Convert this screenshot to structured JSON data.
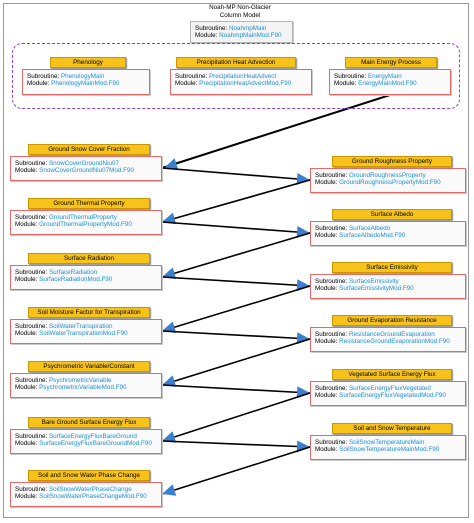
{
  "root": {
    "title_line1": "Noah-MP Non-Glacier",
    "title_line2": "Column Model",
    "subroutine_label": "Subroutine:",
    "subroutine": "NoahmpMain",
    "module_label": "Module:",
    "module": "NoahmpMainMod.F90"
  },
  "top_group": [
    {
      "title": "Phenology",
      "subroutine_label": "Subroutine:",
      "subroutine": "PhenologyMain",
      "module_label": "Module:",
      "module": "PhenologyMainMod.F90"
    },
    {
      "title": "Precipitation Heat Advection",
      "subroutine_label": "Subroutine:",
      "subroutine": "PrecipitationHeatAdvect",
      "module_label": "Module:",
      "module": "PrecipitationHeatAdvectMod.F90"
    },
    {
      "title": "Main Energy Process",
      "subroutine_label": "Subroutine:",
      "subroutine": "EnergyMain",
      "module_label": "Module:",
      "module": "EnergyMainMod.F90"
    }
  ],
  "left_column": [
    {
      "title": "Ground Snow Cover Fraction",
      "subroutine_label": "Subroutine:",
      "subroutine": "SnowCoverGroundNiu07",
      "module_label": "Module:",
      "module": "SnowCoverGroundNiu07Mod.F90"
    },
    {
      "title": "Ground Thermal Property",
      "subroutine_label": "Subroutine:",
      "subroutine": "GroundThermalProperty",
      "module_label": "Module:",
      "module": "GroundThermalPropertyMod.F90"
    },
    {
      "title": "Surface Radiation",
      "subroutine_label": "Subroutine:",
      "subroutine": "SurfaceRadiation",
      "module_label": "Module:",
      "module": "SurfaceRadiationMod.F90"
    },
    {
      "title": "Soil Moisture Factor for Transpiration",
      "subroutine_label": "Subroutine:",
      "subroutine": "SoilWaterTranspiration",
      "module_label": "Module:",
      "module": "SoilWaterTranspirationMod.F90"
    },
    {
      "title": "Psychrometric Variable/Constant",
      "subroutine_label": "Subroutine:",
      "subroutine": "PsychrometricVariable",
      "module_label": "Module:",
      "module": "PsychrometricVariableMod.F90"
    },
    {
      "title": "Bare Ground Surface Energy Flux",
      "subroutine_label": "Subroutine:",
      "subroutine": "SurfaceEnergyFluxBareGround",
      "module_label": "Module:",
      "module": "SurfaceEnergyFluxBareGroundMod.F90"
    },
    {
      "title": "Soil and Snow Water Phase Change",
      "subroutine_label": "Subroutine:",
      "subroutine": "SoilSnowWaterPhaseChange",
      "module_label": "Module:",
      "module": "SoilSnowWaterPhaseChangeMod.F90"
    }
  ],
  "right_column": [
    {
      "title": "Ground Roughness Property",
      "subroutine_label": "Subroutine:",
      "subroutine": "GroundRoughnessProperty",
      "module_label": "Module:",
      "module": "GroundRoughnessPropertyMod.F90"
    },
    {
      "title": "Surface Albedo",
      "subroutine_label": "Subroutine:",
      "subroutine": "SurfaceAlbedo",
      "module_label": "Module:",
      "module": "SurfaceAlbedoMod.F90"
    },
    {
      "title": "Surface Emissivity",
      "subroutine_label": "Subroutine:",
      "subroutine": "SurfaceEmissivity",
      "module_label": "Module:",
      "module": "SurfaceEmissivityMod.F90"
    },
    {
      "title": "Ground Evaporation Resistance",
      "subroutine_label": "Subroutine:",
      "subroutine": "ResistanceGroundEvaporation",
      "module_label": "Module:",
      "module": "ResistanceGroundEvaporationMod.F90"
    },
    {
      "title": "Vegetated Surface Energy Flux",
      "subroutine_label": "Subroutine:",
      "subroutine": "SurfaceEnergyFluxVegetated",
      "module_label": "Module:",
      "module": "SurfaceEnergyFluxVegetatedMod.F90"
    },
    {
      "title": "Soil and Snow Temperature",
      "subroutine_label": "Subroutine:",
      "subroutine": "SoilSnowTemperatureMain",
      "module_label": "Module:",
      "module": "SoilSnowTemperatureMainMod.F90"
    }
  ],
  "colors": {
    "title_fill": "#f7c21a",
    "box_border": "#e46a6a",
    "value_text": "#1f8fd6",
    "group_border": "#8b3fd6",
    "arrow": "#3a7fd0",
    "connector": "#000000"
  }
}
